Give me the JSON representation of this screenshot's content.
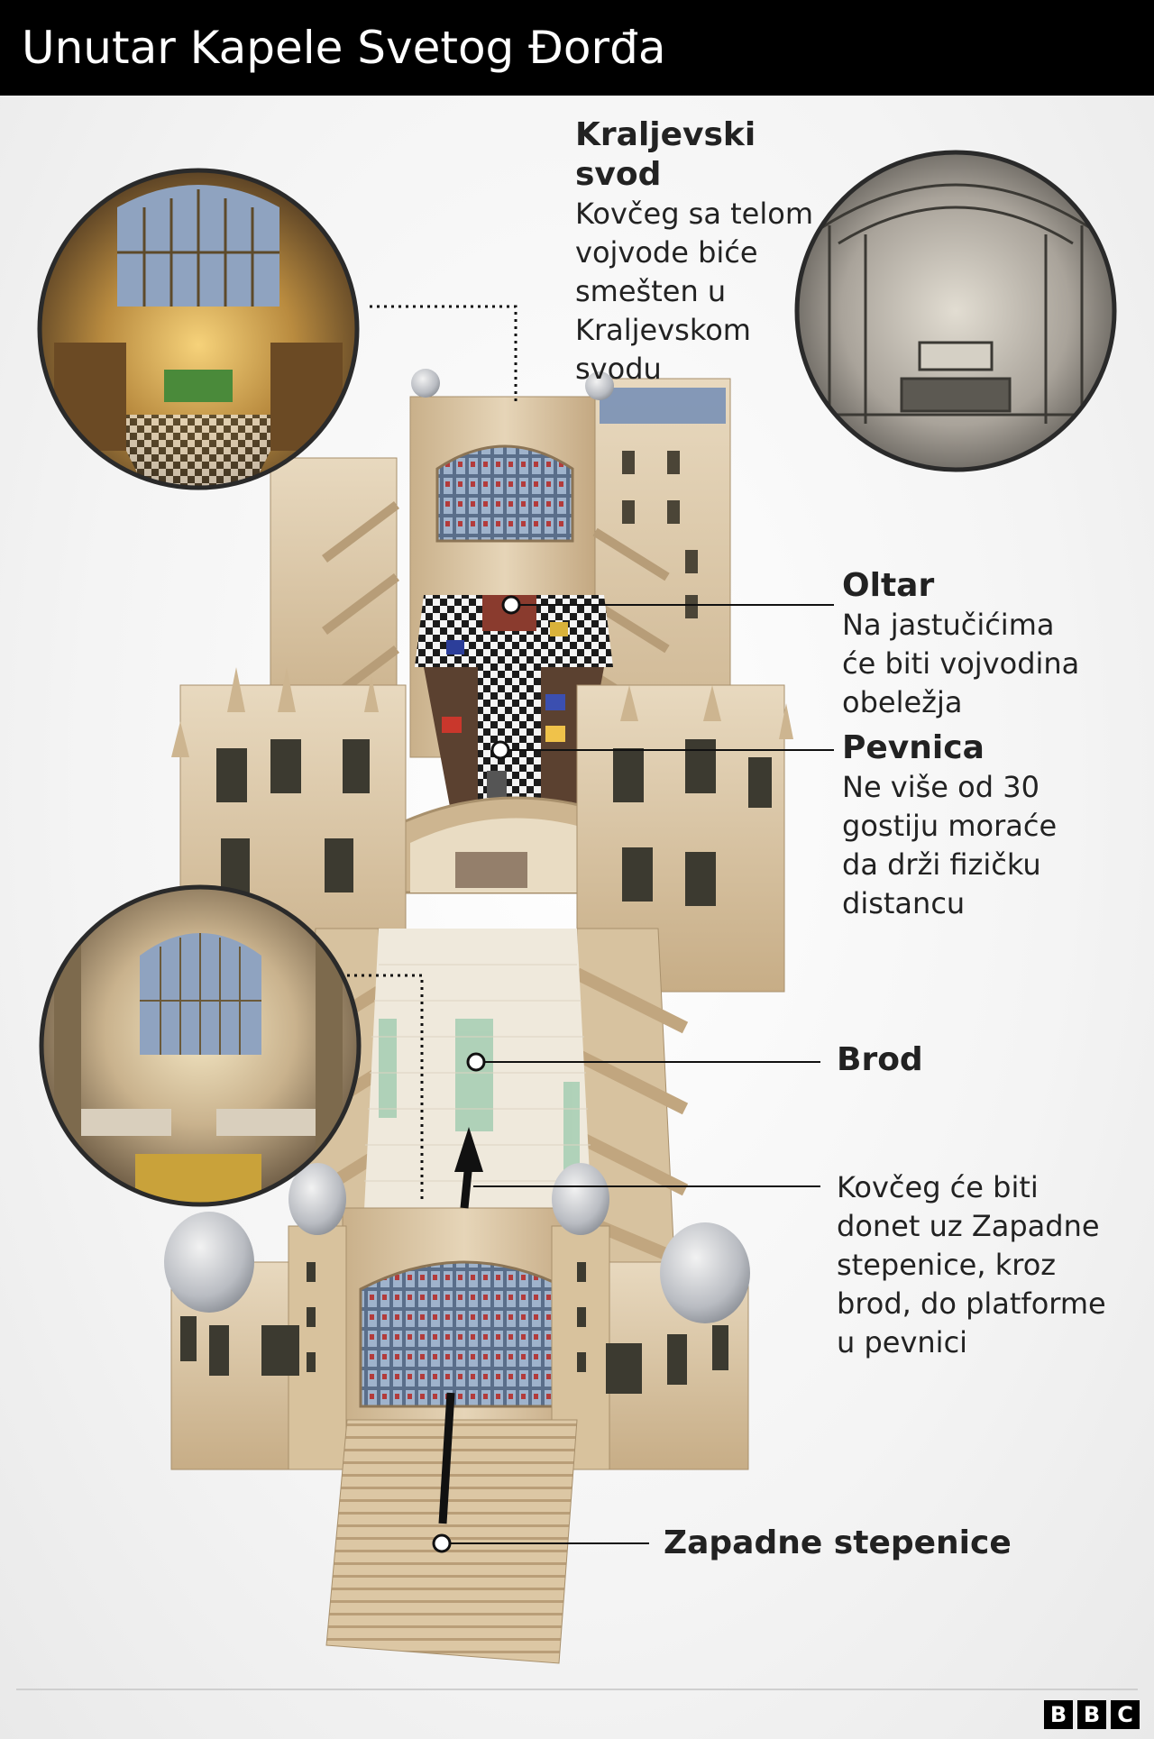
{
  "title": "Unutar Kapele Svetog Đorđa",
  "labels": {
    "royal_vault": {
      "head": "Kraljevski svod",
      "body": "Kovčeg sa telom\nvojvode biće\nsmešten u\nKraljevskom\nsvodu"
    },
    "altar": {
      "head": "Oltar",
      "body": "Na jastučićima\nće biti vojvodina\nobeležja"
    },
    "quire": {
      "head": "Pevnica",
      "body": "Ne više od 30\ngostiju moraće\nda drži fizičku\ndistancu"
    },
    "nave": {
      "head": "Brod"
    },
    "procession": {
      "body": "Kovčeg će biti\ndonet uz Zapadne\nstepenice, kroz\nbrod, do platforme\nu pevnici"
    },
    "west_steps": {
      "head": "Zapadne stepenice"
    }
  },
  "logo": {
    "letters": [
      "B",
      "B",
      "C"
    ]
  },
  "colors": {
    "stone": "#d9c4a3",
    "stone_dark": "#b79d78",
    "title_bg": "#000000",
    "floor_green": "#a9cfb5"
  }
}
